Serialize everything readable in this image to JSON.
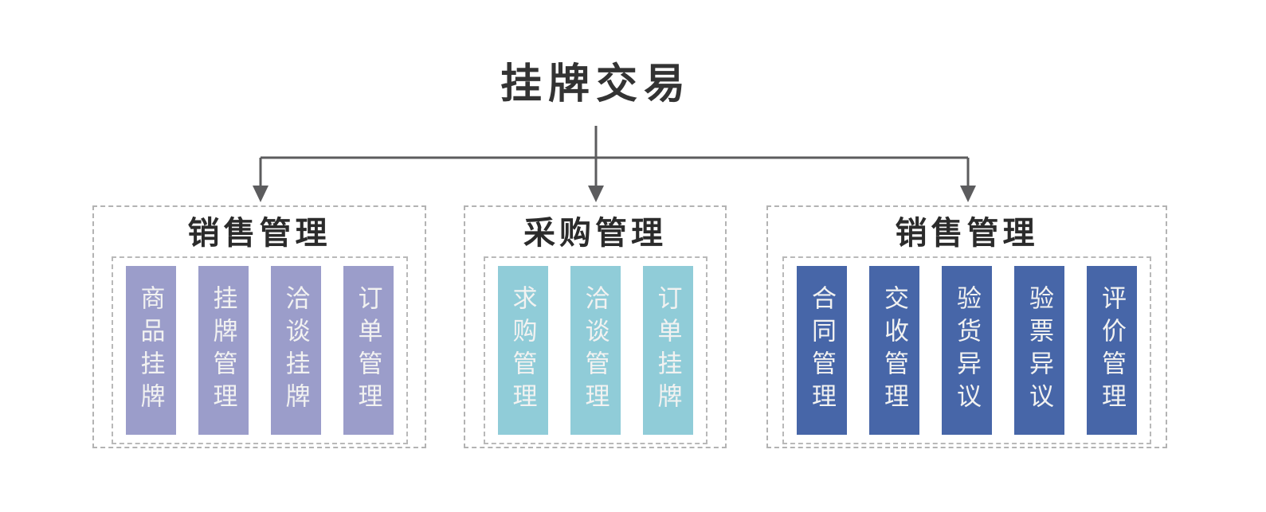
{
  "title": "挂牌交易",
  "groups": [
    {
      "heading": "销售管理",
      "color": "#9b9dca",
      "items": [
        "商品挂牌",
        "挂牌管理",
        "洽谈挂牌",
        "订单管理"
      ]
    },
    {
      "heading": "采购管理",
      "color": "#90ccd8",
      "items": [
        "求购管理",
        "洽谈管理",
        "订单挂牌"
      ]
    },
    {
      "heading": "销售管理",
      "color": "#4766a8",
      "items": [
        "合同管理",
        "交收管理",
        "验货异议",
        "验票异议",
        "评价管理"
      ]
    }
  ],
  "colors": {
    "background": "#ffffff",
    "title_text": "#333333",
    "heading_text": "#2b2b2b",
    "bar_text": "#f2f2f1",
    "dashed_border": "#b3b3b3",
    "connector": "#5c5c5e"
  }
}
